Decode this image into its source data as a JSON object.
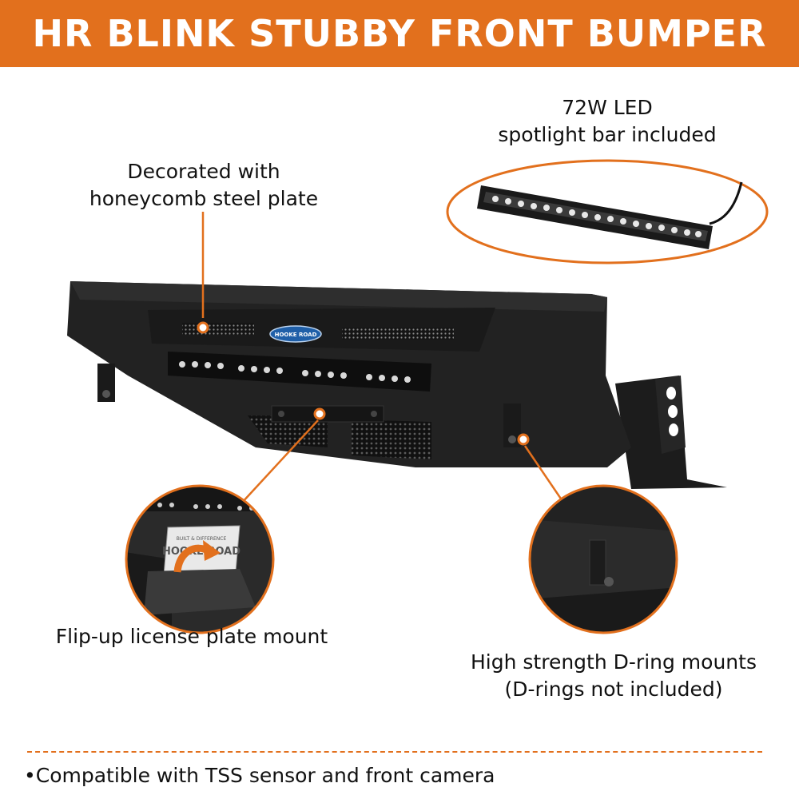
{
  "header": {
    "title": "HR BLINK STUBBY FRONT BUMPER"
  },
  "colors": {
    "accent": "#e2701d",
    "steel": "#1f1f1f"
  },
  "callouts": {
    "led_bar": {
      "line1": "72W LED",
      "line2": "spotlight bar included"
    },
    "honeycomb": {
      "line1": "Decorated with",
      "line2": "honeycomb steel plate"
    },
    "license": {
      "line1": "Flip-up license plate mount"
    },
    "dring": {
      "line1": "High strength D-ring mounts",
      "line2": "(D-rings not included)"
    }
  },
  "logo": {
    "text": "HOOKE ROAD"
  },
  "license_plate": {
    "top": "BUILT & DIFFERENCE",
    "main": "HOOKE ROAD"
  },
  "features": [
    "•Compatible with TSS sensor and front camera"
  ]
}
